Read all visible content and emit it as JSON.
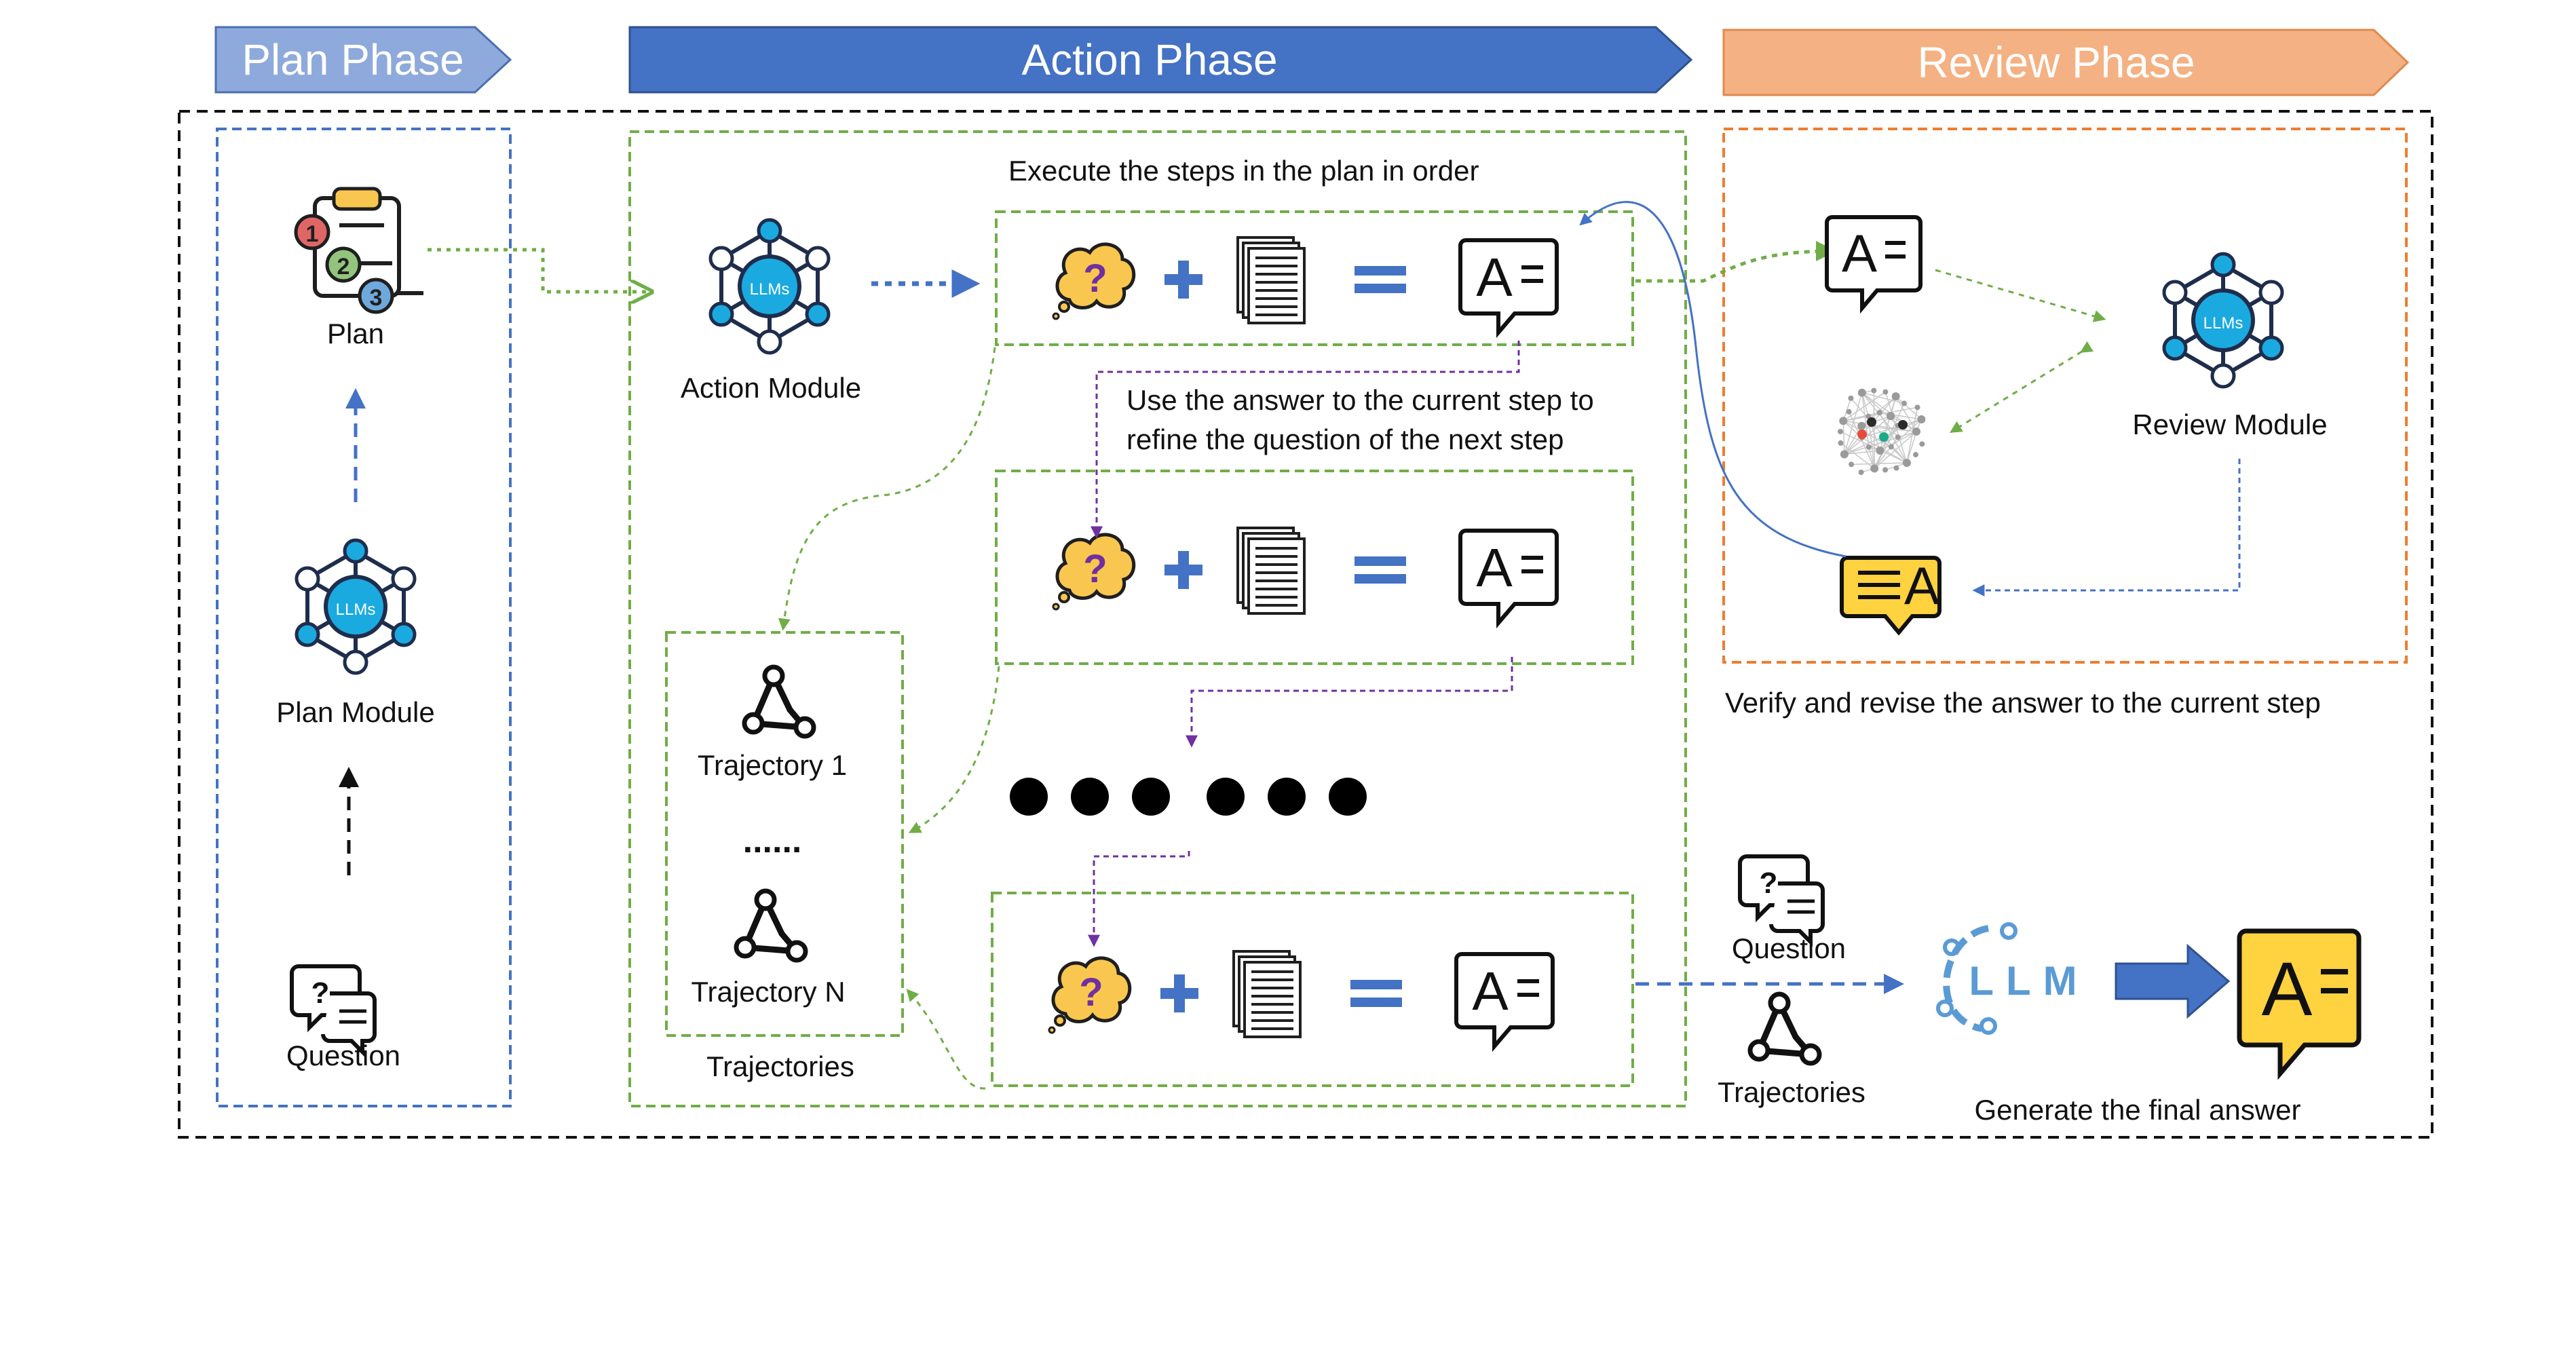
{
  "phases": {
    "plan": "Plan Phase",
    "action": "Action Phase",
    "review": "Review Phase"
  },
  "plan_column": {
    "plan_label": "Plan",
    "module_label": "Plan Module",
    "question_label": "Question",
    "llm_badge": "LLMs",
    "plan_step_numbers": [
      "1",
      "2",
      "3"
    ]
  },
  "action_column": {
    "module_label": "Action Module",
    "llm_badge": "LLMs",
    "execute_text": "Execute the steps in the plan in order",
    "refine_text_line1": "Use the answer to the current step to",
    "refine_text_line2": "refine the question of the next step",
    "question_mark": "?",
    "answer_glyph": "A",
    "trajectory_1": "Trajectory 1",
    "trajectory_ellipsis": "......",
    "trajectory_n": "Trajectory N",
    "trajectories_caption": "Trajectories"
  },
  "review_column": {
    "module_label": "Review Module",
    "llm_badge": "LLMs",
    "verify_text": "Verify and revise the answer to the current step",
    "answer_glyph": "A"
  },
  "final_stage": {
    "question_label": "Question",
    "trajectories_label": "Trajectories",
    "llm_logo_text": "LLM",
    "caption": "Generate the final answer",
    "answer_glyph": "A",
    "question_mark": "?"
  },
  "colors": {
    "plan_phase": "#8EA9DB",
    "action_phase": "#4472C4",
    "review_phase": "#F4B183",
    "green_dash": "#70AD47",
    "blue_dash": "#4472C4",
    "orange_dash": "#ED7D31",
    "llm_cyan": "#1AAAE0",
    "purple": "#7030A0",
    "bubble_yellow": "#F9C74F",
    "answer_yellow": "#FFD23F"
  }
}
